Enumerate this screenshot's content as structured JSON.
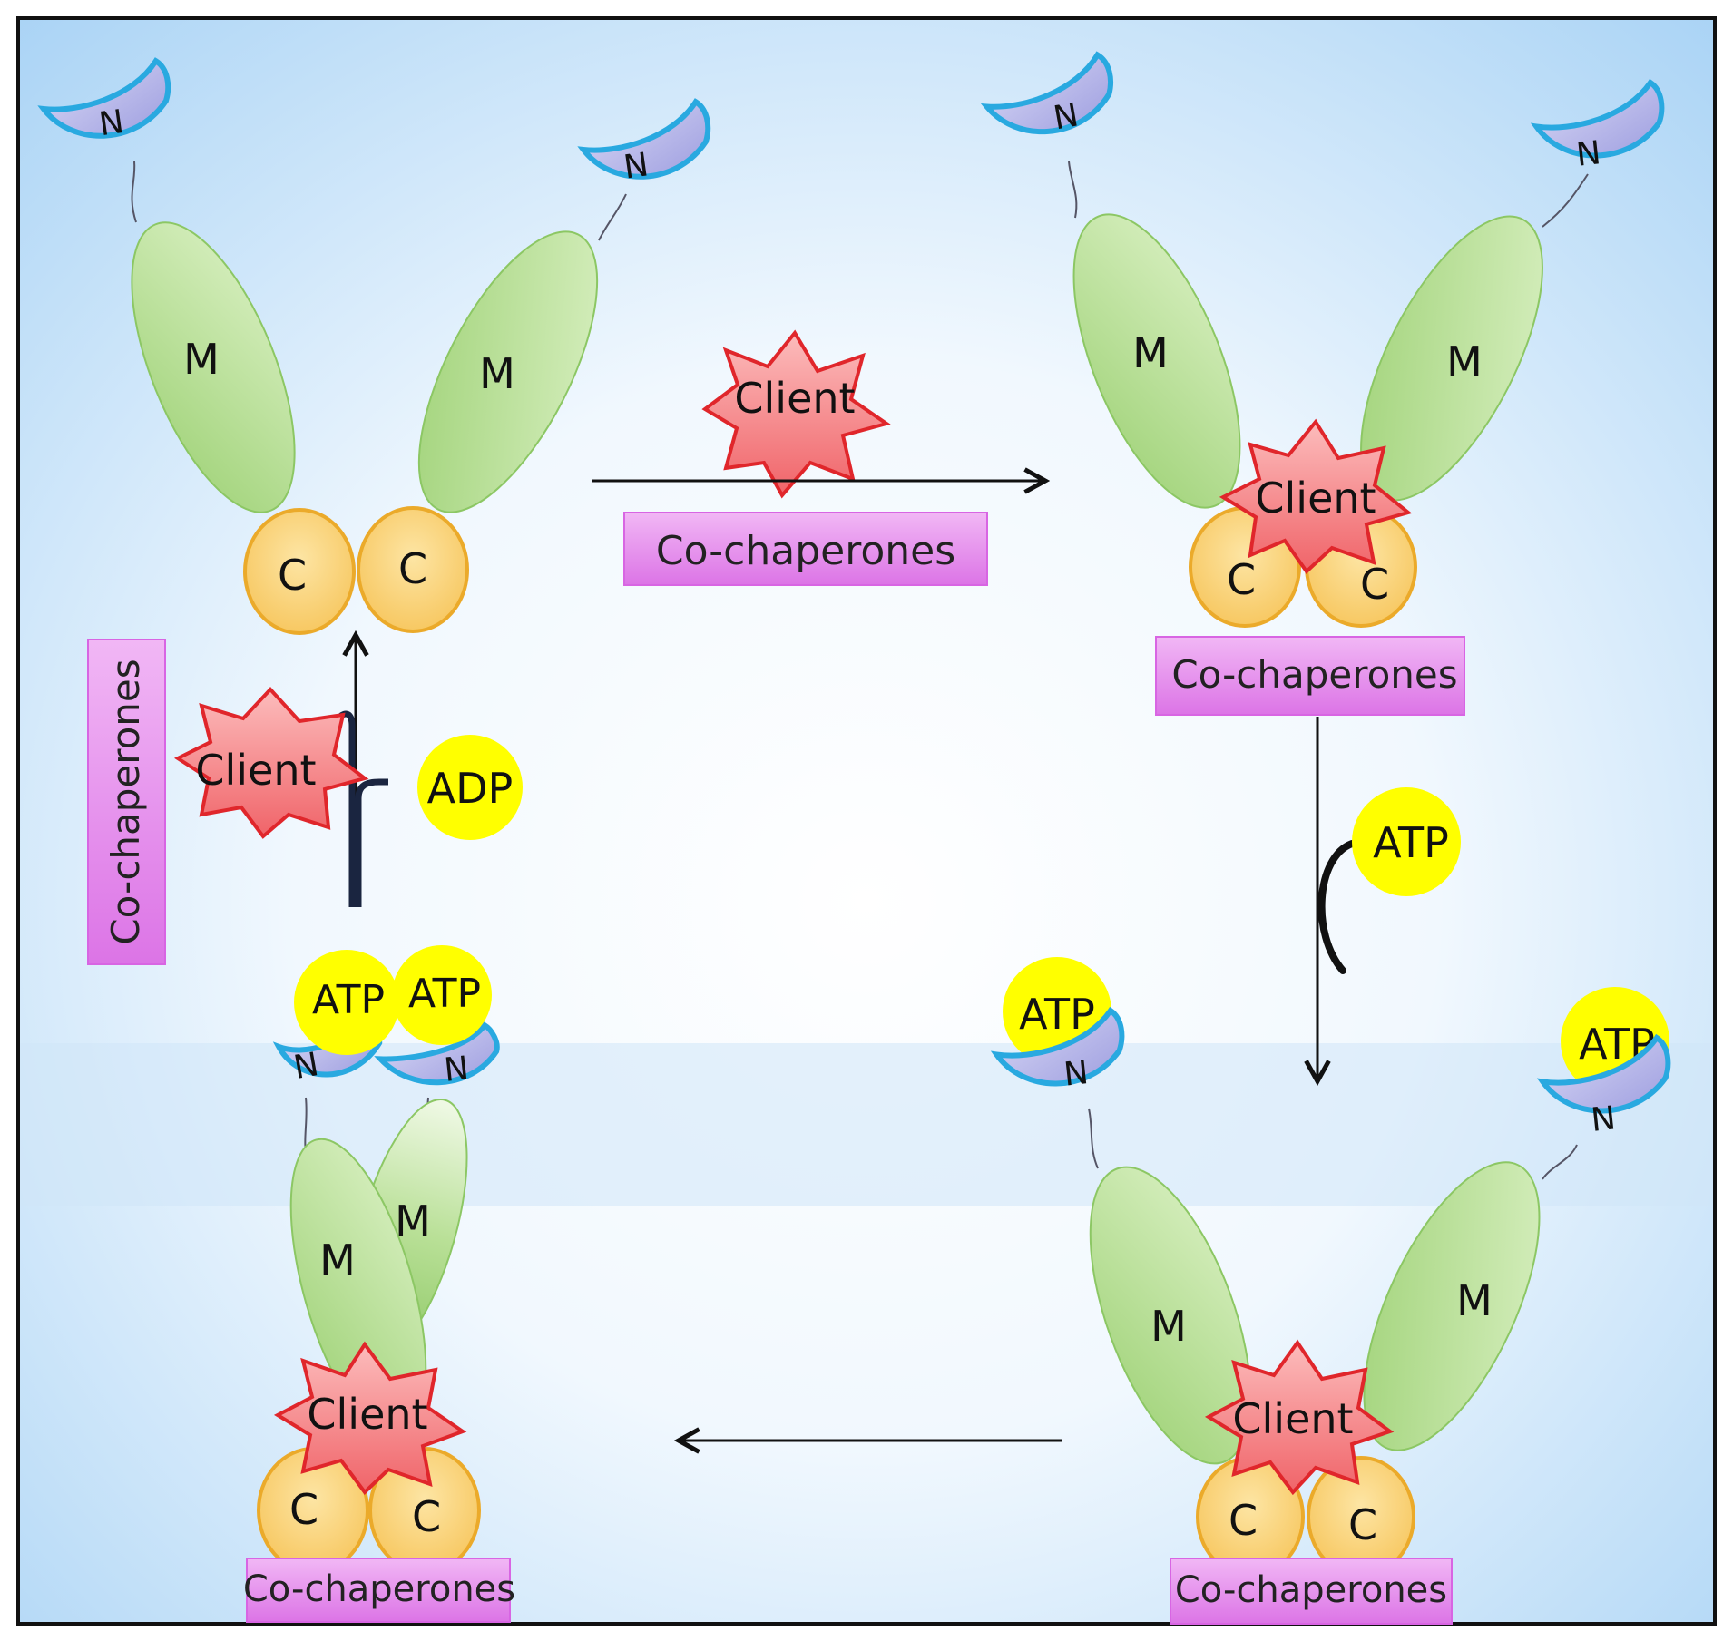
{
  "labels": {
    "n": "N",
    "m": "M",
    "c": "C",
    "client": "Client",
    "cochaperones": "Co-chaperones",
    "atp": "ATP",
    "adp": "ADP"
  },
  "colors": {
    "frame": "#111111",
    "background_blue": "#b9dcf7",
    "n_outline": "#29a9e0",
    "n_fill": "#b3b3e6",
    "m_fill": "#9fd277",
    "m_fill_light": "#e3f4d2",
    "c_fill": "#f9d278",
    "c_outline": "#ebaa2a",
    "client_fill": "#f47d80",
    "client_outline": "#e0262b",
    "cochaperone_fill": "#e184e9",
    "nucleotide_fill": "#ffff00",
    "arrow": "#111111"
  }
}
